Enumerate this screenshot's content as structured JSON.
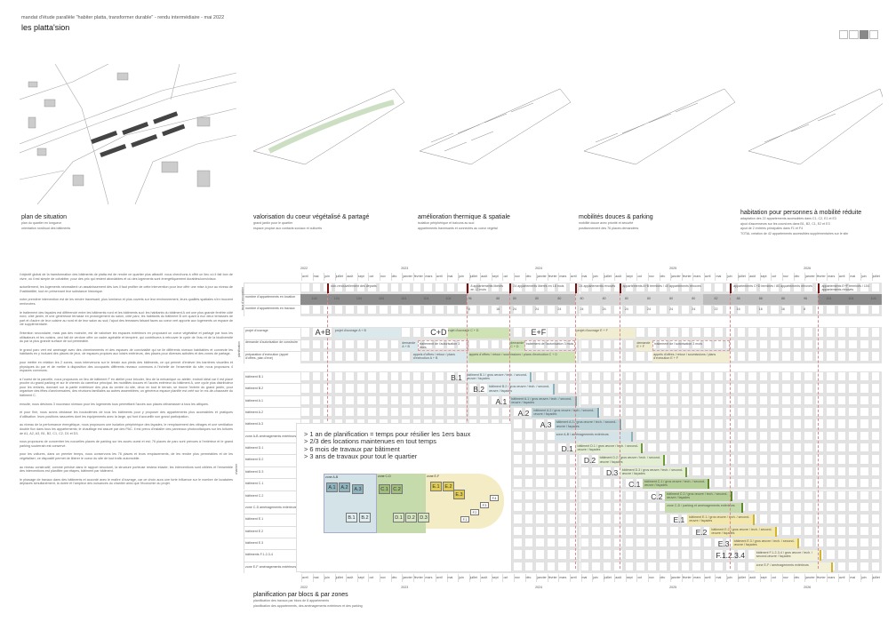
{
  "header": {
    "subtitle": "mandat d'étude parallèle \"habiter platta, transformer durable\" - rendu intermédiaire - mai 2022",
    "title": "les platta'sion"
  },
  "captions": [
    {
      "title": "plan de situation",
      "lines": [
        "plan du quartier en longueur",
        "orientation nord/sud des bâtiments"
      ]
    },
    {
      "title": "valorisation du coeur végétalisé & partagé",
      "lines": [
        "grand jardin pour le quartier",
        "espace propice aux contacts sociaux et culturels"
      ]
    },
    {
      "title": "amélioration thermique & spatiale",
      "lines": [
        "isolation périphérique et balcons au sud",
        "appartements traversants et connectés au coeur végétal"
      ]
    },
    {
      "title": "mobilités douces & parking",
      "lines": [
        "mobilité douce avec priorité et sécurité",
        "positionnement des 76 places demandées"
      ]
    },
    {
      "title": "habitation pour personnes à mobilité réduite",
      "lines": [
        "adaptation des 22 appartements accessibles dans C1, C2, E1 et E3",
        "ajout d'ascenseurs sur les coursives dans B1, B2, C1, E2 et E3",
        "ajout de 2 entrées principales dans F1 et F4",
        "TOTAL création de 42 appartements accessibles supplémentaires sur le site"
      ]
    }
  ],
  "text_column": [
    "l'objectif global de la transformation des bâtiments de platta est de rendre ce quartier plus attractif. nous cherchons à offrir un lieu où il fait bon de vivre, où il est simple de cohabiter, pour des prix qui restent abordables et où des logements sont énergétiquement durables/conviviaux.",
    "actuellement, les logements nécessitent un assainissement dès lors il faut profiter de cette intervention pour leur offrir une mise à jour au niveau de l'habitabilité, tout en préservant leur substance historique.",
    "notre première intervention est de les rendre traversant, plus lumineux et plus ouverts sur leur environnement, leurs qualités spatiales s'en trouvent renforcées.",
    "le traitement des façades est différencié entre les bâtiments nord et les bâtiments sud: les habitants du bâtiment A ont une plus grande fenêtre côté nord, côté jardin, et une généreuse terrasse en prolongement du salon, côté parc; les habitants du bâtiment B ont quant à eux deux terrasses de part et d'autre de leur cuisine au nord et de leur salon au sud; l'ajout des terrasses faisant faces au coeur vert apporte aux logements un espace de vie supplémentaire.",
    "l'intention secondaire, mais pas des moindre, est de valoriser les espaces extérieurs en proposant un coeur végétalisé et partagé par tous les utilisateurs et les voisins. ceci fait de verdure offre un cadre agréable et tempéré, qui contribuera à retrouver le cycle de l'eau et de la biodiversité du par la plus grande surface de sol perméable.",
    "le grand parc vert est aménagé avec des cheminements et des espaces de convivialité qui se lie différents niveaux habitables et connecte les habitants en y incluant des places de jeux, de espaces propices aux loisirs extérieurs, des places pour diverses activités et des zones de partage.",
    "pour mettre en relation les 2 zones, nous intervenons sur le terrain aux pieds des bâtiments, ce qui permet d'enlever les barrières visuelles et physiques du par et de mettre à disposition des occupants différents niveaux communs à l'échelle de l'ensemble du site; nous proposons 4 espaces communs.",
    "à l'ouest de la parcelle, nous proposons un lieu de bâtiment F en atelier pour bricoler, lieu de la mécanique ou atelier, endroit idéal car il est placé proche du grand parking et sur le chemin du carrefour principal. les mobilités douces et l'accès extérieur du bâtiment A, une cycle plus distributeur pour les enfants, donnant sur la partie extérieure des plus du centre du site, deux en tout le terrain, se trouve l'entrée du grand jardin, pour organiser des fêtes d'anniversaires, des réunions familiales au autres assemblées; un généreux espace planifié est créé sur le rez-de-chaussée du bâtiment C.",
    "ensuite, nous désirons 3 nouveaux niveaux pour les logements tous permettant l'accès aux places débarrasser à tous les attiques.",
    "et pour finir, nous avons déclassé les boulodèmes de tous les bâtiments pour y proposer des appartements plus accessibles et pratiques d'utilisation. leurs positions rassurées dont les équipements avec la large, qui font d'accueillir son grand participation.",
    "au niveau de la performance énergétique, nous proposons une isolation périphérique des façades, le remplacement des vitrages et une ventilation double flux dans tous les appartements; le chauffage est assuré par des PAC. il est prévu d'installer des panneaux photovoltaïques sur les toitures de A1, A2, A3, B1, B2, C1, C2, D1 et D3.",
    "nous proposons de concentrer les nouvelles places de parking sur les accès ouest et est; 76 places de parc sont prévues à l'extérieur et le grand parking souterrain est conservé.",
    "pour les voitures, dans un premier temps, nous conservons les 76 places et leurs emplacements, de les rendre plus perméables et de les végétaliser; ce dispositif permet de libérer le coeur du site de tout trafic automobile.",
    "au niveau constructif, comme précisé dans le rapport structurel, la structure porteuse restera intacte; les interventions sont ciblées et l'ensemble des interventions est planifiée par étapes, bâtiment par bâtiment.",
    "le phasage de travaux dans des bâtiments et accordé avec le maître d'ouvrage, car ce choix aura une forte influence sur le nombre de locataires déplacés simultanément, la durée et l'ampleur des nuisances du chantier ainsi que l'économie du projet."
  ],
  "gantt": {
    "years": [
      {
        "label": "2022",
        "m": 0
      },
      {
        "label": "2023",
        "m": 9
      },
      {
        "label": "2024",
        "m": 21
      },
      {
        "label": "2025",
        "m": 33
      },
      {
        "label": "2026",
        "m": 45
      }
    ],
    "months": [
      "avril",
      "mai",
      "juin",
      "juillet",
      "août",
      "sept",
      "oct",
      "nov",
      "déc",
      "janvier",
      "février",
      "mars",
      "avril",
      "mai",
      "juin",
      "juillet",
      "août",
      "sept",
      "oct",
      "nov",
      "déc",
      "janvier",
      "février",
      "mars",
      "avril",
      "mai",
      "juin",
      "juillet",
      "août",
      "sept",
      "oct",
      "nov",
      "déc",
      "janvier",
      "février",
      "mars",
      "avril",
      "mai",
      "juin",
      "juillet",
      "août",
      "sept",
      "oct",
      "nov",
      "déc",
      "janvier",
      "février",
      "mars",
      "avril",
      "mai",
      "juin",
      "juillet"
    ],
    "sections": [
      "taux d'occupation",
      "planification",
      "chantier"
    ],
    "occupation_rows": [
      "",
      "nombre d'appartements en location",
      "nombre d'appartements en travaux"
    ],
    "milestone_months": [
      2.4,
      14.9,
      18.7,
      24.6,
      28.5,
      38.4,
      46.3
    ],
    "milestones": [
      {
        "m": 2.4,
        "text": "non-renouvellement des départs"
      },
      {
        "m": 14.9,
        "text": "8 appartements libérés en 12 mois"
      },
      {
        "m": 18.7,
        "text": "24 appartements libérés en 18 mois"
      },
      {
        "m": 24.6,
        "text": "24 appartements rénovés"
      },
      {
        "m": 28.5,
        "text": "appartements A+B terminés / 40 appartements rénovés"
      },
      {
        "m": 38.4,
        "text": "appartements C+D terminés / 80 appartements rénovés"
      },
      {
        "m": 46.3,
        "text": "appartements E+F terminés / 104 appartements rénovés"
      }
    ],
    "location_values": [
      {
        "m": 1,
        "v": "104"
      },
      {
        "m": 3,
        "v": "104"
      },
      {
        "m": 5,
        "v": "104"
      },
      {
        "m": 7,
        "v": "104"
      },
      {
        "m": 9,
        "v": "104"
      },
      {
        "m": 11,
        "v": "104"
      },
      {
        "m": 13,
        "v": "104"
      },
      {
        "m": 15,
        "v": "96"
      },
      {
        "m": 17.5,
        "v": "88"
      },
      {
        "m": 19,
        "v": "80"
      },
      {
        "m": 21,
        "v": "80"
      },
      {
        "m": 23,
        "v": "80"
      },
      {
        "m": 25,
        "v": "80"
      },
      {
        "m": 27,
        "v": "80"
      },
      {
        "m": 29,
        "v": "80"
      },
      {
        "m": 31,
        "v": "80"
      },
      {
        "m": 33,
        "v": "80"
      },
      {
        "m": 35,
        "v": "80"
      },
      {
        "m": 37,
        "v": "82"
      },
      {
        "m": 39,
        "v": "88"
      },
      {
        "m": 41,
        "v": "88"
      },
      {
        "m": 43,
        "v": "88"
      },
      {
        "m": 45,
        "v": "96"
      },
      {
        "m": 47,
        "v": "104"
      },
      {
        "m": 49,
        "v": "104"
      },
      {
        "m": 51,
        "v": "104"
      }
    ],
    "works_values": [
      {
        "m": 15,
        "v": "8"
      },
      {
        "m": 17.5,
        "v": "16"
      },
      {
        "m": 19,
        "v": "24"
      },
      {
        "m": 21,
        "v": "24"
      },
      {
        "m": 23,
        "v": "24"
      },
      {
        "m": 25,
        "v": "24"
      },
      {
        "m": 27,
        "v": "24"
      },
      {
        "m": 29,
        "v": "24"
      },
      {
        "m": 31,
        "v": "24"
      },
      {
        "m": 33,
        "v": "24"
      },
      {
        "m": 35,
        "v": "24"
      },
      {
        "m": 37,
        "v": "22"
      },
      {
        "m": 39,
        "v": "16"
      },
      {
        "m": 41,
        "v": "16"
      },
      {
        "m": 43,
        "v": "16"
      },
      {
        "m": 45,
        "v": "8"
      }
    ],
    "planning_rows": [
      "projet d'ouvrage",
      "demande d'autorisation de construire",
      "préparation d'exécution (appel d'offres, plan d'exé)"
    ],
    "planning_groups": [
      {
        "label": "A+B",
        "m": 2.2
      },
      {
        "label": "C+D",
        "m": 12.5
      },
      {
        "label": "E+F",
        "m": 21.5
      }
    ],
    "planning_bars": [
      {
        "row": 0,
        "start": 3,
        "end": 9,
        "color": "#dbe8ec",
        "text": "projet d'ouvrage A + B"
      },
      {
        "row": 1,
        "start": 9,
        "end": 10.5,
        "color": "#dbe8ec",
        "text": "demande A + B"
      },
      {
        "row": 1,
        "start": 10.5,
        "end": 15,
        "color": "none",
        "text": "traitement de l'autorisation 3 mois"
      },
      {
        "row": 2,
        "start": 10,
        "end": 15,
        "color": "#dbe8ec",
        "text": "appels d'offres / retour / plans d'exécution A + B"
      },
      {
        "row": 0,
        "start": 13,
        "end": 18.7,
        "color": "#cfe2b4",
        "text": "projet d'ouvrage C + D"
      },
      {
        "row": 1,
        "start": 18.7,
        "end": 20,
        "color": "#cfe2b4",
        "text": "demande C + D"
      },
      {
        "row": 1,
        "start": 20,
        "end": 24.6,
        "color": "none",
        "text": "traitement de l'autorisation 3 mois"
      },
      {
        "row": 2,
        "start": 15,
        "end": 24.6,
        "color": "#cfe2b4",
        "text": "appels d'offres / retour / soumissions / plans d'exécution C + D"
      },
      {
        "row": 0,
        "start": 24.6,
        "end": 30,
        "color": "#f0edd2",
        "text": "projet d'ouvrage E + F"
      },
      {
        "row": 1,
        "start": 30,
        "end": 31.5,
        "color": "#f0edd2",
        "text": "demande E + F"
      },
      {
        "row": 1,
        "start": 31.5,
        "end": 38.4,
        "color": "none",
        "text": "traitement de l'autorisation 3 mois"
      },
      {
        "row": 2,
        "start": 31.5,
        "end": 38.4,
        "color": "#f0edd2",
        "text": "appels d'offres / retour / soumissions / plans d'exécution E + F"
      }
    ],
    "works": [
      {
        "row": "bâtiment B.1",
        "tag": "B.1",
        "start": 14.7,
        "dur": 6,
        "color": "#e2eef1",
        "end": "#8fb3bd",
        "text": "bâtiment B.1 / gros œuvre / tech. / second-œuvre / façades"
      },
      {
        "row": "bâtiment B.2",
        "tag": "B.2",
        "start": 16.7,
        "dur": 6,
        "color": "#e2eef1",
        "end": "#8fb3bd",
        "text": "bâtiment B.2 / gros œuvre / tech. / second-œuvre / façades"
      },
      {
        "row": "bâtiment A.1",
        "tag": "A.1",
        "start": 18.7,
        "dur": 6,
        "color": "#bcd3d8",
        "end": "#7fa3ad",
        "text": "bâtiment A.1 / gros œuvre / tech. / second-œuvre / façades"
      },
      {
        "row": "bâtiment A.2",
        "tag": "A.2",
        "start": 20.7,
        "dur": 6,
        "color": "#bcd3d8",
        "end": "#7fa3ad",
        "text": "bâtiment A.2 / gros œuvre / tech. / second-œuvre / façades"
      },
      {
        "row": "bâtiment A.3",
        "tag": "A.3",
        "start": 22.7,
        "dur": 6,
        "color": "#bcd3d8",
        "end": "#7fa3ad",
        "text": "bâtiment A.3 / gros œuvre / tech. / second-œuvre / façades"
      },
      {
        "row": "zone A-B aménagements extérieurs",
        "tag": "",
        "start": 22.7,
        "dur": 7,
        "color": "#d3e3e7",
        "end": "#8fb3bd",
        "text": "zone A-B / aménagements extérieurs"
      },
      {
        "row": "bâtiment D.1",
        "tag": "D.1",
        "start": 24.6,
        "dur": 6,
        "color": "#e3eed3",
        "end": "#6e9a3a",
        "text": "bâtiment D.1 / gros œuvre / tech. / second-œuvre / façades"
      },
      {
        "row": "bâtiment D.2",
        "tag": "D.2",
        "start": 26.6,
        "dur": 6,
        "color": "#e3eed3",
        "end": "#6e9a3a",
        "text": "bâtiment D.2 / gros œuvre / tech. / second-œuvre / façades"
      },
      {
        "row": "bâtiment D.3",
        "tag": "D.3",
        "start": 28.6,
        "dur": 6,
        "color": "#e3eed3",
        "end": "#6e9a3a",
        "text": "bâtiment D.3 / gros œuvre / tech. / second-œuvre / façades"
      },
      {
        "row": "bâtiment C.1",
        "tag": "C.1",
        "start": 30.6,
        "dur": 6,
        "color": "#b8d19a",
        "end": "#5e8a2e",
        "text": "bâtiment C.1 / gros œuvre / tech. / second-œuvre / façades"
      },
      {
        "row": "bâtiment C.2",
        "tag": "C.2",
        "start": 32.6,
        "dur": 6,
        "color": "#b8d19a",
        "end": "#5e8a2e",
        "text": "bâtiment C.2 / gros œuvre / tech. / second-œuvre / façades"
      },
      {
        "row": "zone C-D aménagements extérieurs",
        "tag": "",
        "start": 32.6,
        "dur": 7,
        "color": "#c6dbab",
        "end": "#5e8a2e",
        "text": "zone C-D / parking et aménagements extérieurs"
      },
      {
        "row": "bâtiment E.1",
        "tag": "E.1",
        "start": 34.6,
        "dur": 6,
        "color": "#f2e8ad",
        "end": "#d2b52a",
        "text": "bâtiment E.1 / gros œuvre / tech. / second-œuvre / façades"
      },
      {
        "row": "bâtiment E.2",
        "tag": "E.2",
        "start": 36.6,
        "dur": 6,
        "color": "#f2e8ad",
        "end": "#d2b52a",
        "text": "bâtiment E.2 / gros œuvre / tech. / second-œuvre / façades"
      },
      {
        "row": "bâtiment E.3",
        "tag": "E.3",
        "start": 38.6,
        "dur": 6,
        "color": "#f2e8ad",
        "end": "#d2b52a",
        "text": "bâtiment E.3 / gros œuvre / tech. / second-œuvre / façades"
      },
      {
        "row": "bâtiments F.1-2-3-4",
        "tag": "F.1.2.3.4",
        "start": 40.6,
        "dur": 6,
        "color": "#f3f0d8",
        "end": "#d2b52a",
        "text": "bâtiment F.1-2-3-4 / gros œuvre / tech. / second-œuvre / façades"
      },
      {
        "row": "zone E-F aménagements extérieurs",
        "tag": "",
        "start": 40.6,
        "dur": 7,
        "color": "#f3f0d8",
        "end": "#d2b52a",
        "text": "zone E-F / aménagements extérieurs"
      }
    ]
  },
  "legend": {
    "lines": [
      "> 1 an de planification = temps pour résilier les 1ers baux",
      "> 2/3 des locations maintenues en tout temps",
      "> 6 mois de travaux par bâtiment",
      "> 3 ans de travaux pour tout le quartier"
    ],
    "zones": [
      "zone A-B",
      "zone C-D",
      "zone E-F"
    ],
    "blocks": [
      "A.1",
      "A.2",
      "A.3",
      "B.1",
      "B.2",
      "C.1",
      "C.2",
      "D.1",
      "D.2",
      "D.3",
      "E.1",
      "E.2",
      "E.3",
      "F.1",
      "F.2",
      "F.3",
      "F.4"
    ]
  },
  "footer": {
    "title": "planification par blocs & par zones",
    "lines": [
      "planification des travaux par blocs de 8 appartements",
      "planification des appartements, des aménagements extérieurs et des parking"
    ]
  }
}
